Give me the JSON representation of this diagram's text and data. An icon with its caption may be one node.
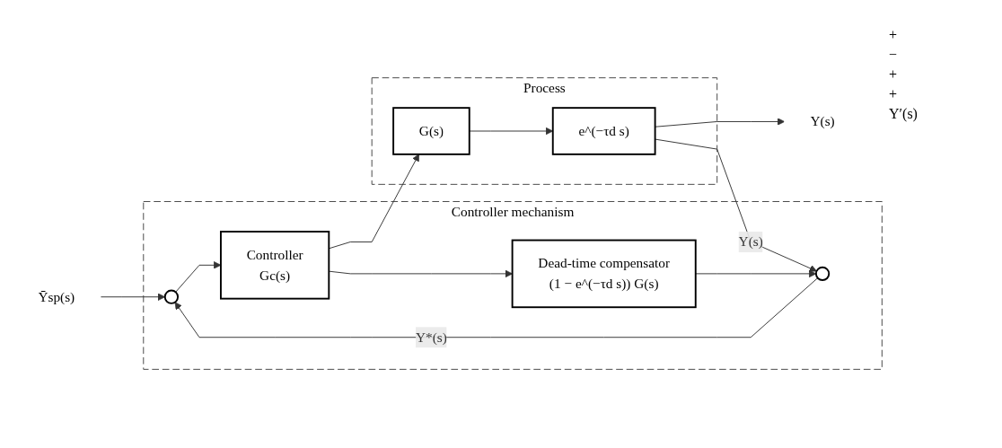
{
  "diagram": {
    "nodes": [
      {
        "text": [
          "Controller mechanism"
        ]
      },
      {
        "text": [
          "Process"
        ]
      },
      {
        "text": [
          "Ȳsp(s)"
        ]
      },
      {
        "text": [],
        "shape": "circle",
        "in": 0
      },
      {
        "text": [
          "Controller",
          "Gc(s)"
        ],
        "in": 0
      },
      {
        "text": [
          "Dead-time compensator",
          "(1 − e^(−τd s)) G(s)"
        ],
        "in": 0
      },
      {
        "text": [],
        "shape": "circle",
        "in": 0
      },
      {
        "text": [
          "G(s)"
        ],
        "in": 1
      },
      {
        "text": [
          "e^(−τd s)"
        ],
        "in": 1
      },
      {
        "text": [
          "Y(s)"
        ]
      }
    ],
    "edges": [
      {
        "from": 2,
        "to": 3,
        "arrow": "to"
      },
      {
        "from": 3,
        "to": 4,
        "arrow": "to"
      },
      {
        "from": 4,
        "to": 7,
        "arrow": "to"
      },
      {
        "from": 4,
        "to": 5,
        "arrow": "to"
      },
      {
        "from": 7,
        "to": 8,
        "arrow": "to"
      },
      {
        "from": 8,
        "to": 9,
        "arrow": "to"
      },
      {
        "from": 8,
        "to": 6,
        "arrow": "to",
        "label": "Y(s)"
      },
      {
        "from": 5,
        "to": 6,
        "arrow": "to"
      },
      {
        "from": 6,
        "to": 3,
        "arrow": "to",
        "label": "Y*(s)"
      }
    ],
    "labels": [
      "+",
      "−",
      "+",
      "+",
      "Y′(s)"
    ]
  }
}
